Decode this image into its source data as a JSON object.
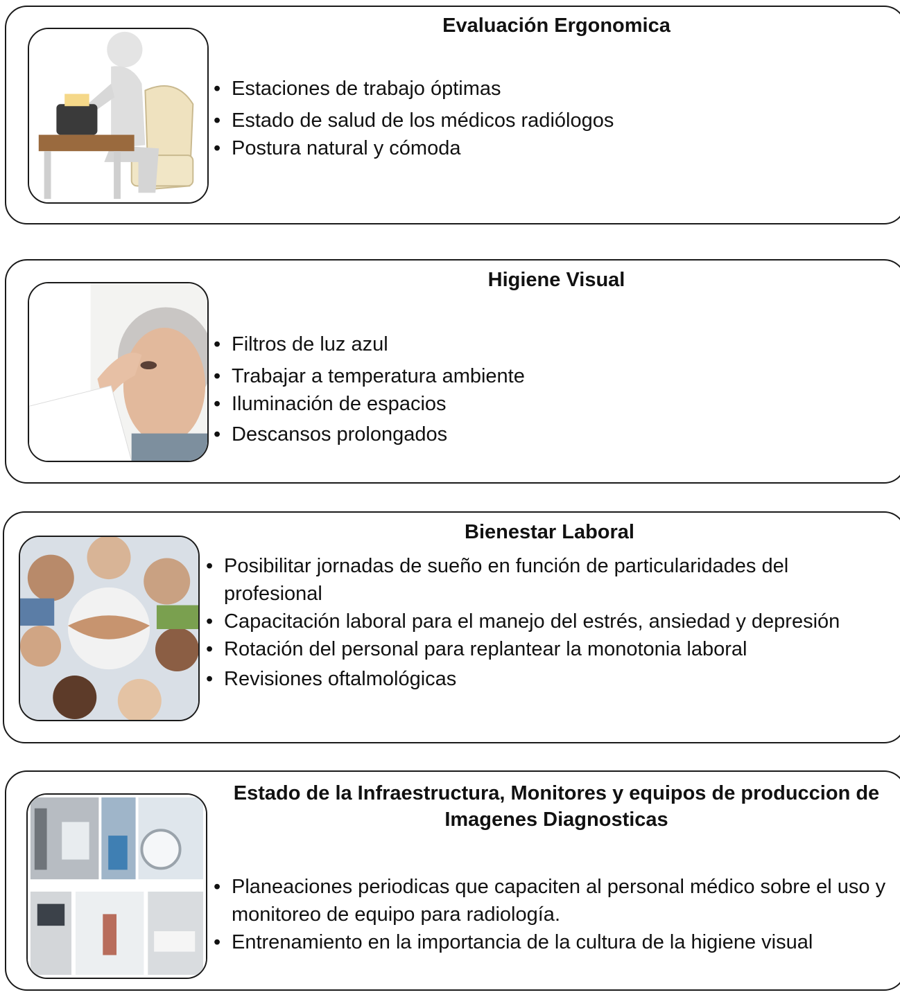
{
  "panels": [
    {
      "title": "Evaluación Ergonomica",
      "image_icon": "typist-figure-illustration",
      "items": [
        "Estaciones de trabajo óptimas",
        "Estado de salud de los médicos radiólogos",
        "Postura natural y cómoda"
      ]
    },
    {
      "title": "Higiene Visual",
      "image_icon": "eye-exam-photo",
      "items": [
        "Filtros de luz azul",
        "Trabajar a temperatura ambiente",
        "Iluminación de espacios",
        "Descansos prolongados"
      ]
    },
    {
      "title": "Bienestar Laboral",
      "image_icon": "team-hands-photo",
      "items": [
        "Posibilitar jornadas de sueño en función de particularidades del profesional",
        "Capacitación laboral para el manejo del estrés, ansiedad y depresión",
        "Rotación del personal para replantear la monotonia laboral",
        "Revisiones oftalmológicas"
      ]
    },
    {
      "title": "Estado de la Infraestructura, Monitores y equipos de produccion de Imagenes Diagnosticas",
      "image_icon": "radiology-equipment-collage",
      "items": [
        "Planeaciones periodicas que capaciten al personal médico sobre el uso y monitoreo de equipo para radiología.",
        "Entrenamiento en la importancia de la cultura de la higiene visual"
      ]
    }
  ]
}
